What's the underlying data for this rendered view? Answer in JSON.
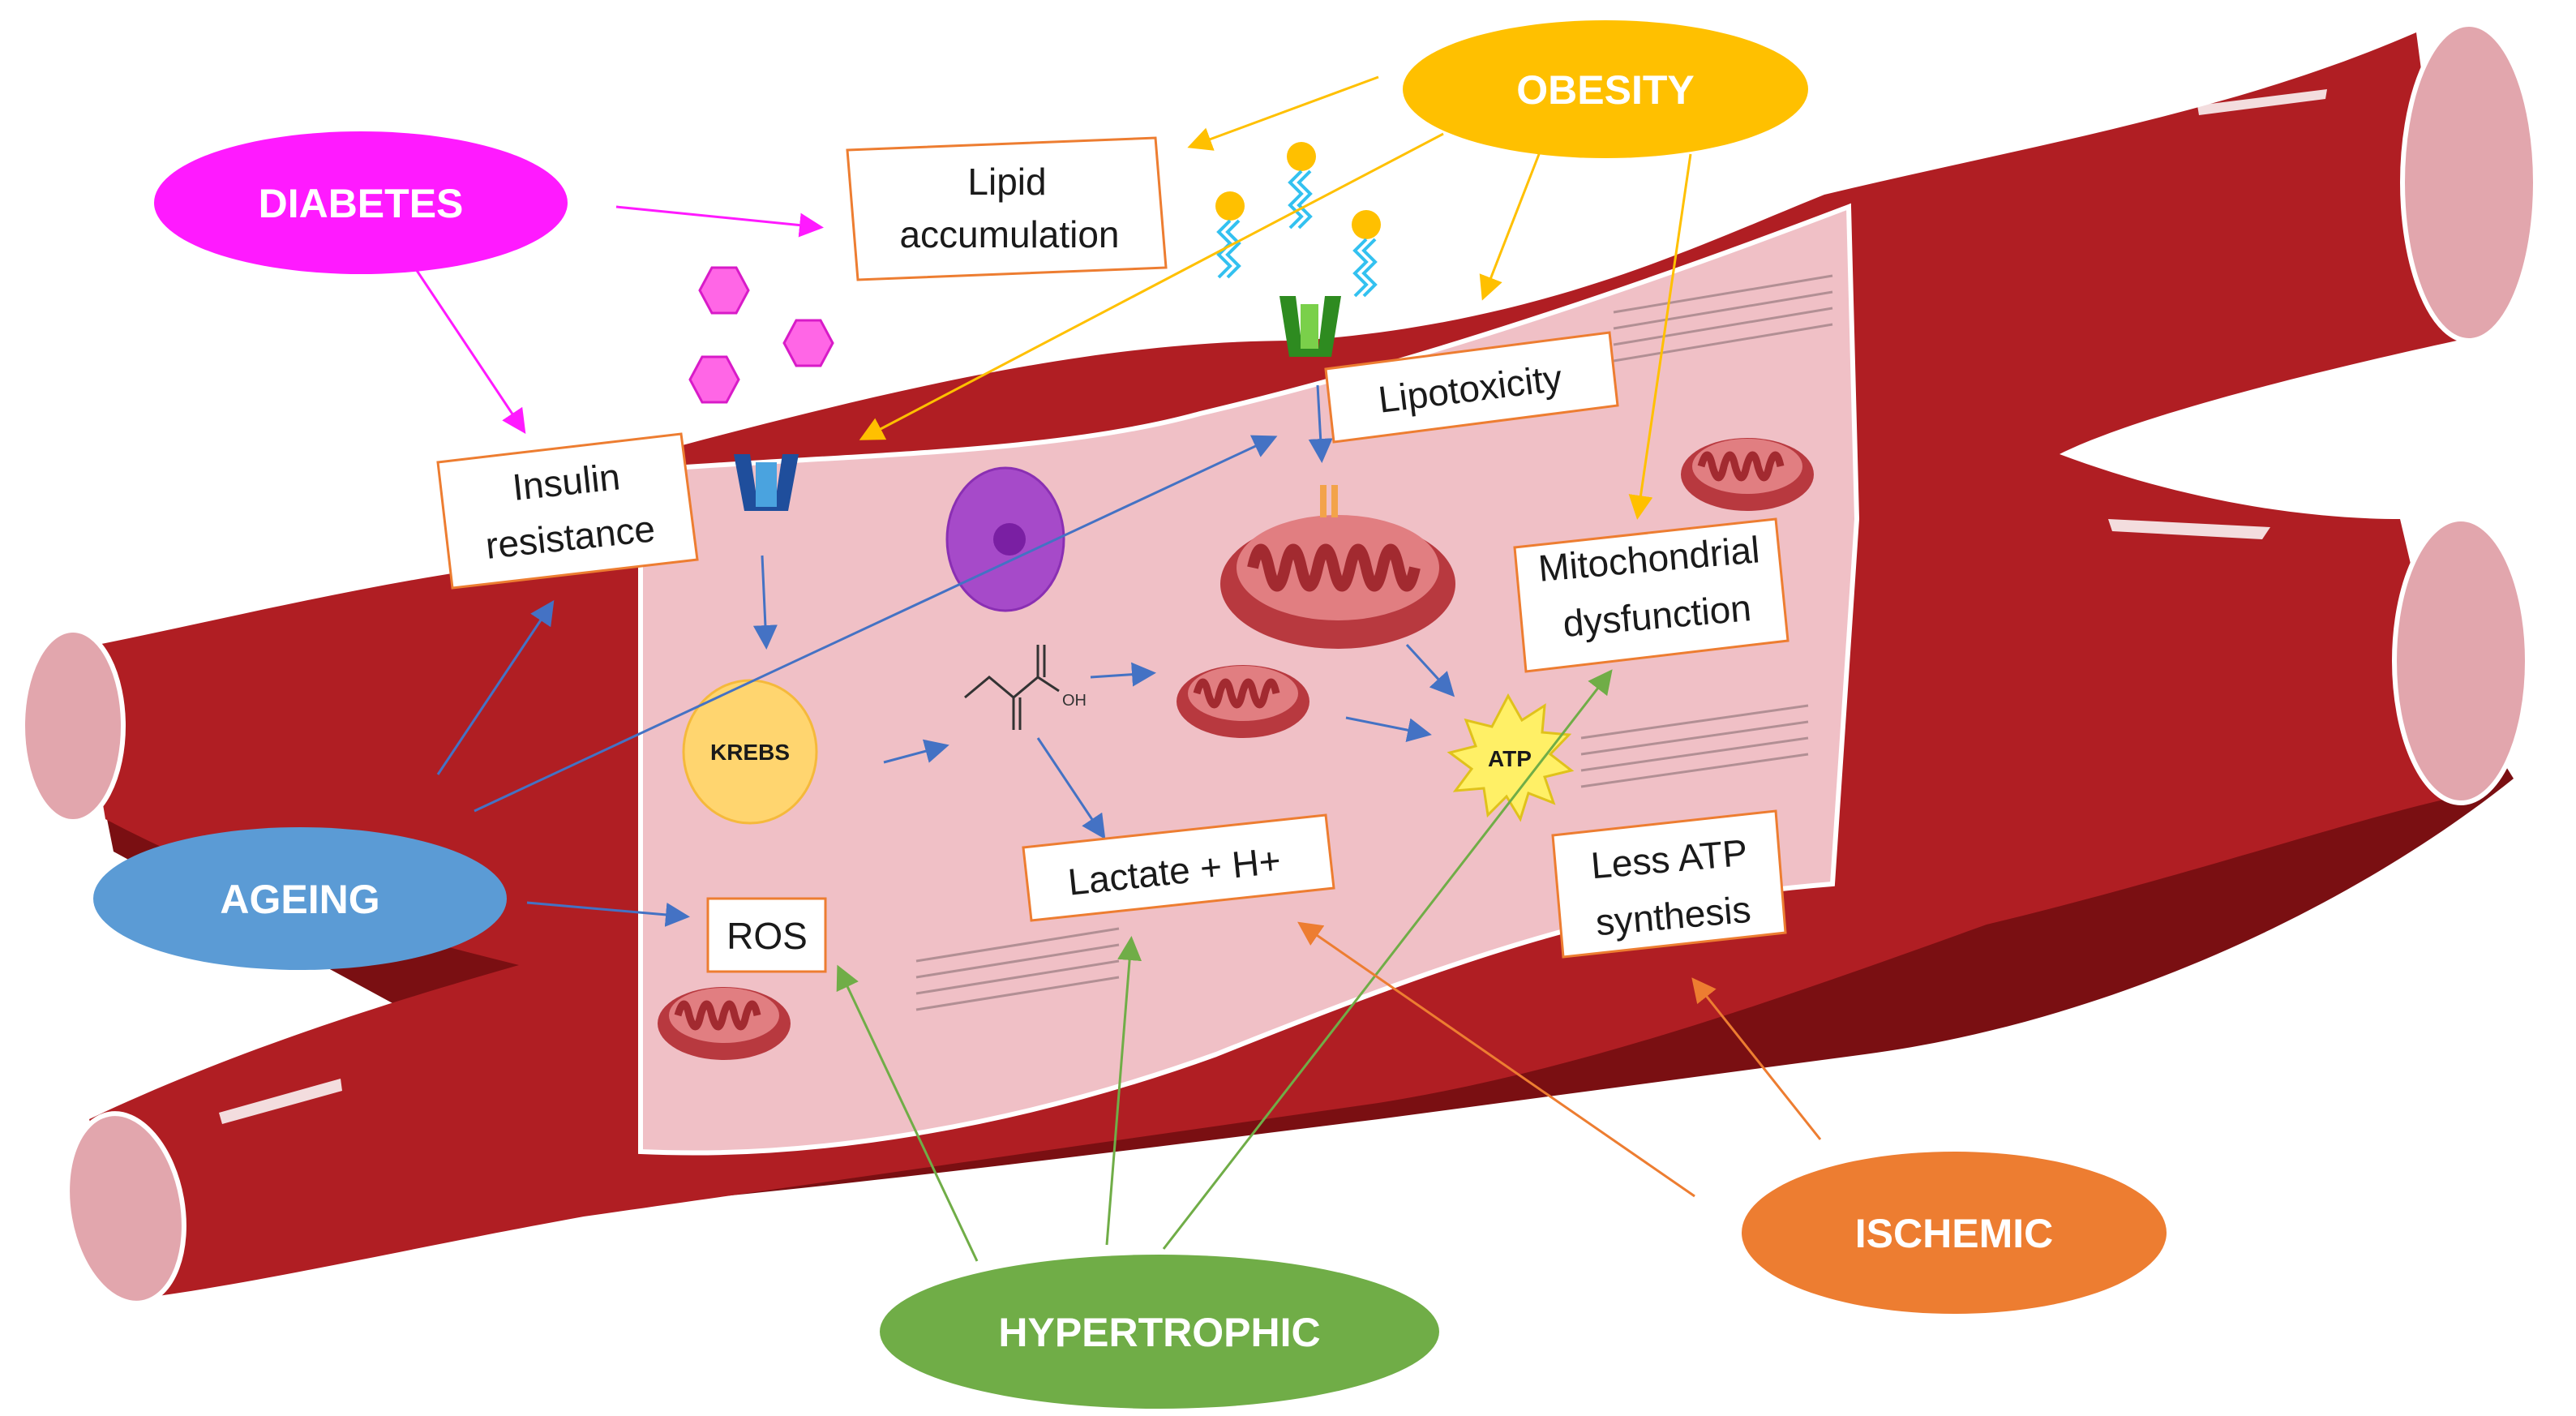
{
  "conditions": {
    "obesity": "OBESITY",
    "diabetes": "DIABETES",
    "ageing": "AGEING",
    "hypertrophic": "HYPERTROPHIC",
    "ischemic": "ISCHEMIC"
  },
  "boxes": {
    "lipid_accumulation": [
      "Lipid",
      "accumulation"
    ],
    "lipotoxicity": "Lipotoxicity",
    "insulin_resistance": [
      "Insulin",
      "resistance"
    ],
    "mitochondrial_dysfunction": [
      "Mitochondrial",
      "dysfunction"
    ],
    "lactate": "Lactate + H+",
    "ros": "ROS",
    "less_atp": [
      "Less ATP",
      "synthesis"
    ]
  },
  "molecules": {
    "krebs": "KREBS",
    "atp": "ATP",
    "oh": "OH"
  },
  "colors": {
    "vessel": "#b01e23",
    "vessel_dark": "#7a0f12",
    "vessel_end": "#e2a6ad",
    "cell": "#f0c0c6",
    "obesity": "#ffc000",
    "diabetes": "#ff1aff",
    "ageing": "#5b9bd5",
    "hypertrophic": "#70ad47",
    "ischemic": "#ed7d31",
    "box_border": "#ed7d31",
    "arrow_blue": "#4472c4"
  }
}
